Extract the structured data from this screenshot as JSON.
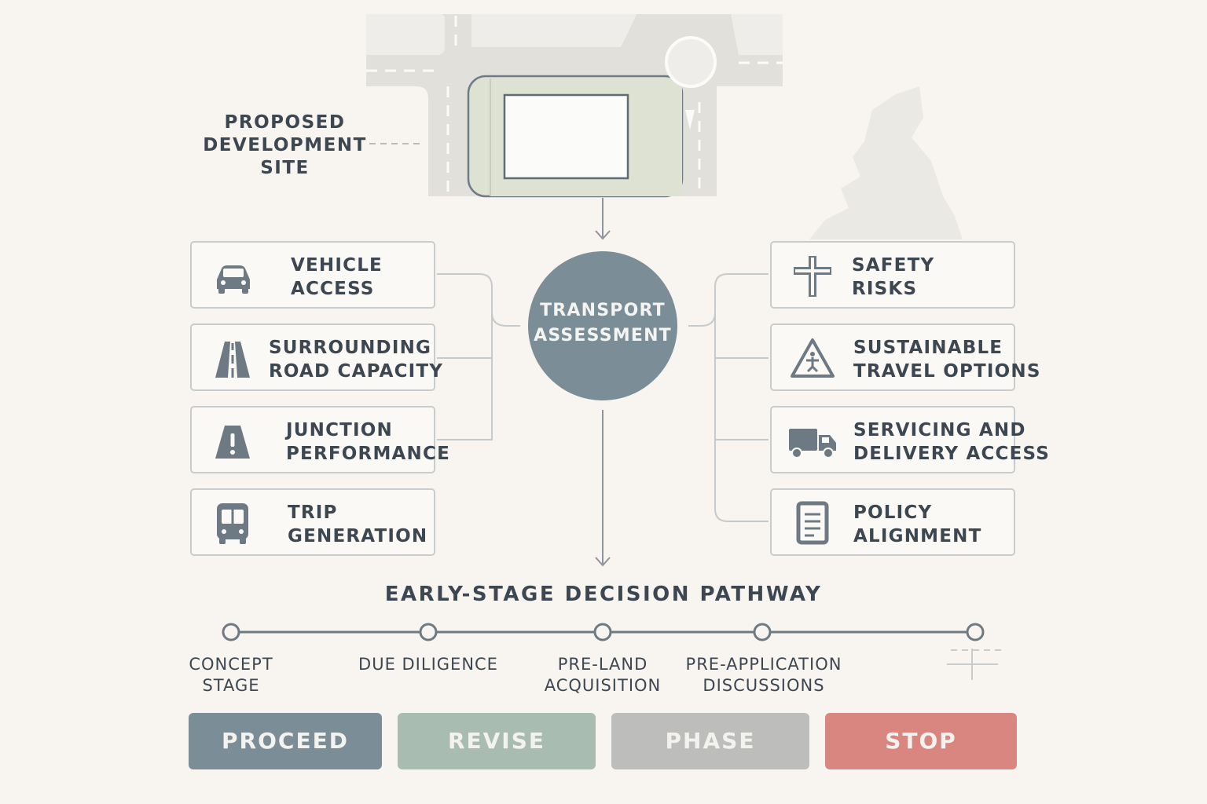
{
  "site": {
    "label_lines": [
      "PROPOSED",
      "DEVELOPMENT",
      "SITE"
    ]
  },
  "hub": {
    "label_lines": [
      "TRANSPORT",
      "ASSESSMENT"
    ],
    "color": "#7b8d96"
  },
  "left_factors": [
    {
      "icon": "car-icon",
      "lines": [
        "VEHICLE",
        "ACCESS"
      ]
    },
    {
      "icon": "road-icon",
      "lines": [
        "SURROUNDING",
        "ROAD CAPACITY"
      ]
    },
    {
      "icon": "warning-road-icon",
      "lines": [
        "JUNCTION",
        "PERFORMANCE"
      ]
    },
    {
      "icon": "bus-icon",
      "lines": [
        "TRIP",
        "GENERATION"
      ]
    }
  ],
  "right_factors": [
    {
      "icon": "cross-icon",
      "lines": [
        "SAFETY",
        "RISKS"
      ]
    },
    {
      "icon": "warning-triangle-icon",
      "lines": [
        "SUSTAINABLE",
        "TRAVEL OPTIONS"
      ]
    },
    {
      "icon": "truck-icon",
      "lines": [
        "SERVICING AND",
        "DELIVERY ACCESS"
      ]
    },
    {
      "icon": "document-icon",
      "lines": [
        "POLICY",
        "ALIGNMENT"
      ]
    }
  ],
  "pathway": {
    "title": "EARLY-STAGE DECISION PATHWAY",
    "stages": [
      {
        "lines": [
          "CONCEPT",
          "STAGE"
        ]
      },
      {
        "lines": [
          "DUE DILIGENCE"
        ]
      },
      {
        "lines": [
          "PRE-LAND",
          "ACQUISITION"
        ]
      },
      {
        "lines": [
          "PRE-APPLICATION",
          "DISCUSSIONS"
        ]
      }
    ]
  },
  "decisions": [
    {
      "label": "PROCEED",
      "color": "#7b8d96"
    },
    {
      "label": "REVISE",
      "color": "#a8bcb2"
    },
    {
      "label": "PHASE",
      "color": "#bdbebc"
    },
    {
      "label": "STOP",
      "color": "#d98681"
    }
  ]
}
